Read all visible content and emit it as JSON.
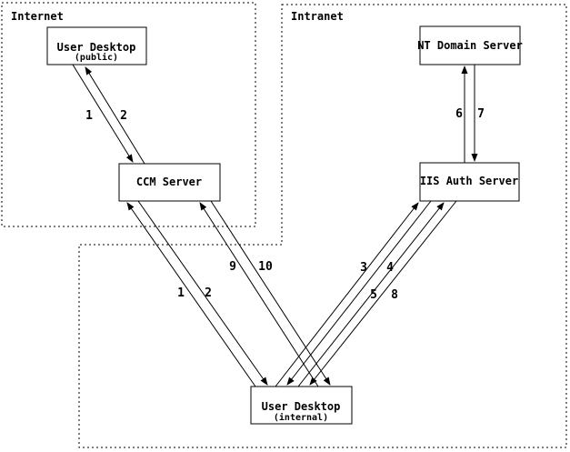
{
  "diagram": {
    "colors": {
      "line": "#000000",
      "background": "#ffffff"
    },
    "zones": [
      {
        "label": "Internet"
      },
      {
        "label": "Intranet"
      }
    ],
    "nodes": [
      {
        "label": "User Desktop",
        "sublabel": "(public)"
      },
      {
        "label": "CCM Server"
      },
      {
        "label": "NT Domain Server"
      },
      {
        "label": "IIS Auth Server"
      },
      {
        "label": "User Desktop",
        "sublabel": "(internal)"
      }
    ],
    "steps": {
      "pub1": "1",
      "pub2": "2",
      "int1": "1",
      "int2": "2",
      "s3": "3",
      "s4": "4",
      "s5": "5",
      "s6": "6",
      "s7": "7",
      "s8": "8",
      "s9": "9",
      "s10": "10"
    },
    "edges": [
      {
        "step": "1",
        "from": "User Desktop (public)",
        "to": "CCM Server"
      },
      {
        "step": "2",
        "from": "CCM Server",
        "to": "User Desktop (public)"
      },
      {
        "step": "1",
        "from": "User Desktop (internal)",
        "to": "CCM Server"
      },
      {
        "step": "2",
        "from": "CCM Server",
        "to": "User Desktop (internal)"
      },
      {
        "step": "3",
        "from": "User Desktop (internal)",
        "to": "IIS Auth Server"
      },
      {
        "step": "4",
        "from": "IIS Auth Server",
        "to": "User Desktop (internal)"
      },
      {
        "step": "5",
        "from": "User Desktop (internal)",
        "to": "IIS Auth Server"
      },
      {
        "step": "6",
        "from": "IIS Auth Server",
        "to": "NT Domain Server"
      },
      {
        "step": "7",
        "from": "NT Domain Server",
        "to": "IIS Auth Server"
      },
      {
        "step": "8",
        "from": "IIS Auth Server",
        "to": "User Desktop (internal)"
      },
      {
        "step": "9",
        "from": "User Desktop (internal)",
        "to": "CCM Server"
      },
      {
        "step": "10",
        "from": "CCM Server",
        "to": "User Desktop (internal)"
      }
    ]
  }
}
